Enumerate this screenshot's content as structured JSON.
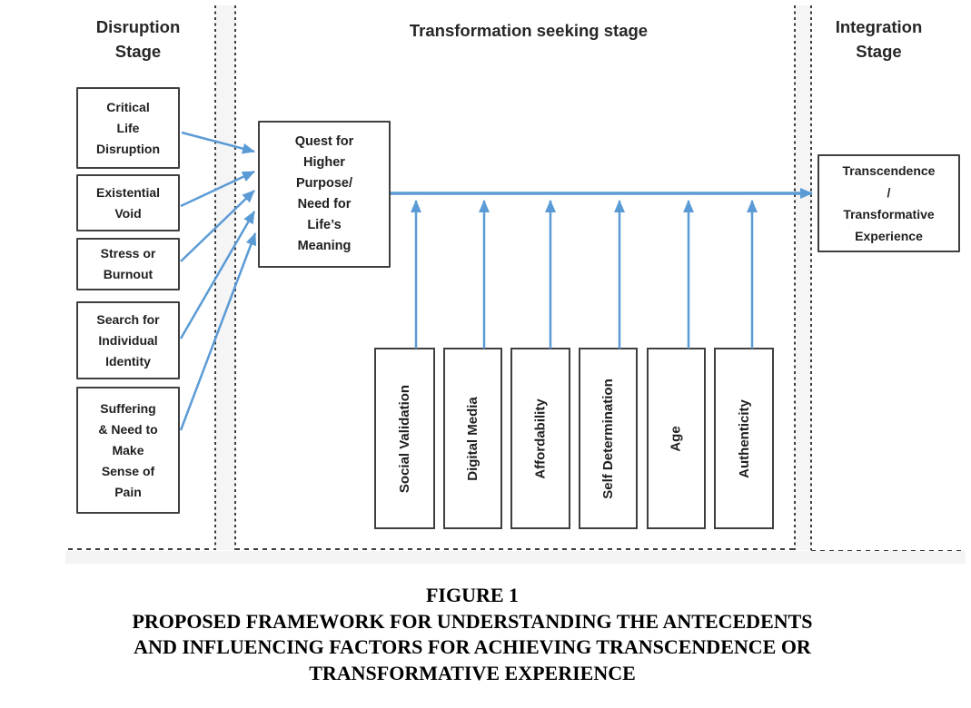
{
  "figure": {
    "stages": {
      "disruption": {
        "label": "Disruption\nStage"
      },
      "transformation": {
        "label": "Transformation seeking stage"
      },
      "integration": {
        "label": "Integration\nStage"
      }
    },
    "antecedents": [
      {
        "label": "Critical\nLife\nDisruption"
      },
      {
        "label": "Existential\nVoid"
      },
      {
        "label": "Stress or\nBurnout"
      },
      {
        "label": "Search for\nIndividual\nIdentity"
      },
      {
        "label": "Suffering\n& Need to\nMake\nSense of\nPain"
      }
    ],
    "core": {
      "label": "Quest for\nHigher\nPurpose/\nNeed for\nLife’s\nMeaning"
    },
    "influencing_factors": [
      {
        "label": "Social Validation"
      },
      {
        "label": "Digital Media"
      },
      {
        "label": "Affordability"
      },
      {
        "label": "Self Determination"
      },
      {
        "label": "Age"
      },
      {
        "label": "Authenticity"
      }
    ],
    "outcome": {
      "label": "Transcendence\n/\nTransformative\nExperience"
    },
    "caption": {
      "line1": "FIGURE 1",
      "line2": "PROPOSED FRAMEWORK FOR UNDERSTANDING THE ANTECEDENTS",
      "line3": "AND INFLUENCING FACTORS FOR ACHIEVING TRANSCENDENCE OR",
      "line4": "TRANSFORMATIVE EXPERIENCE"
    },
    "connections": {
      "antecedents_to_core": "each antecedent box points to Quest for Higher Purpose box",
      "core_to_outcome": "Quest box points to Transcendence / Transformative Experience box",
      "factors_to_path": "each influencing factor points up into the core-to-outcome path"
    },
    "colors": {
      "arrow": "#5B9BD5",
      "border": "#3f3f3f",
      "text": "#1f1f1f"
    }
  }
}
